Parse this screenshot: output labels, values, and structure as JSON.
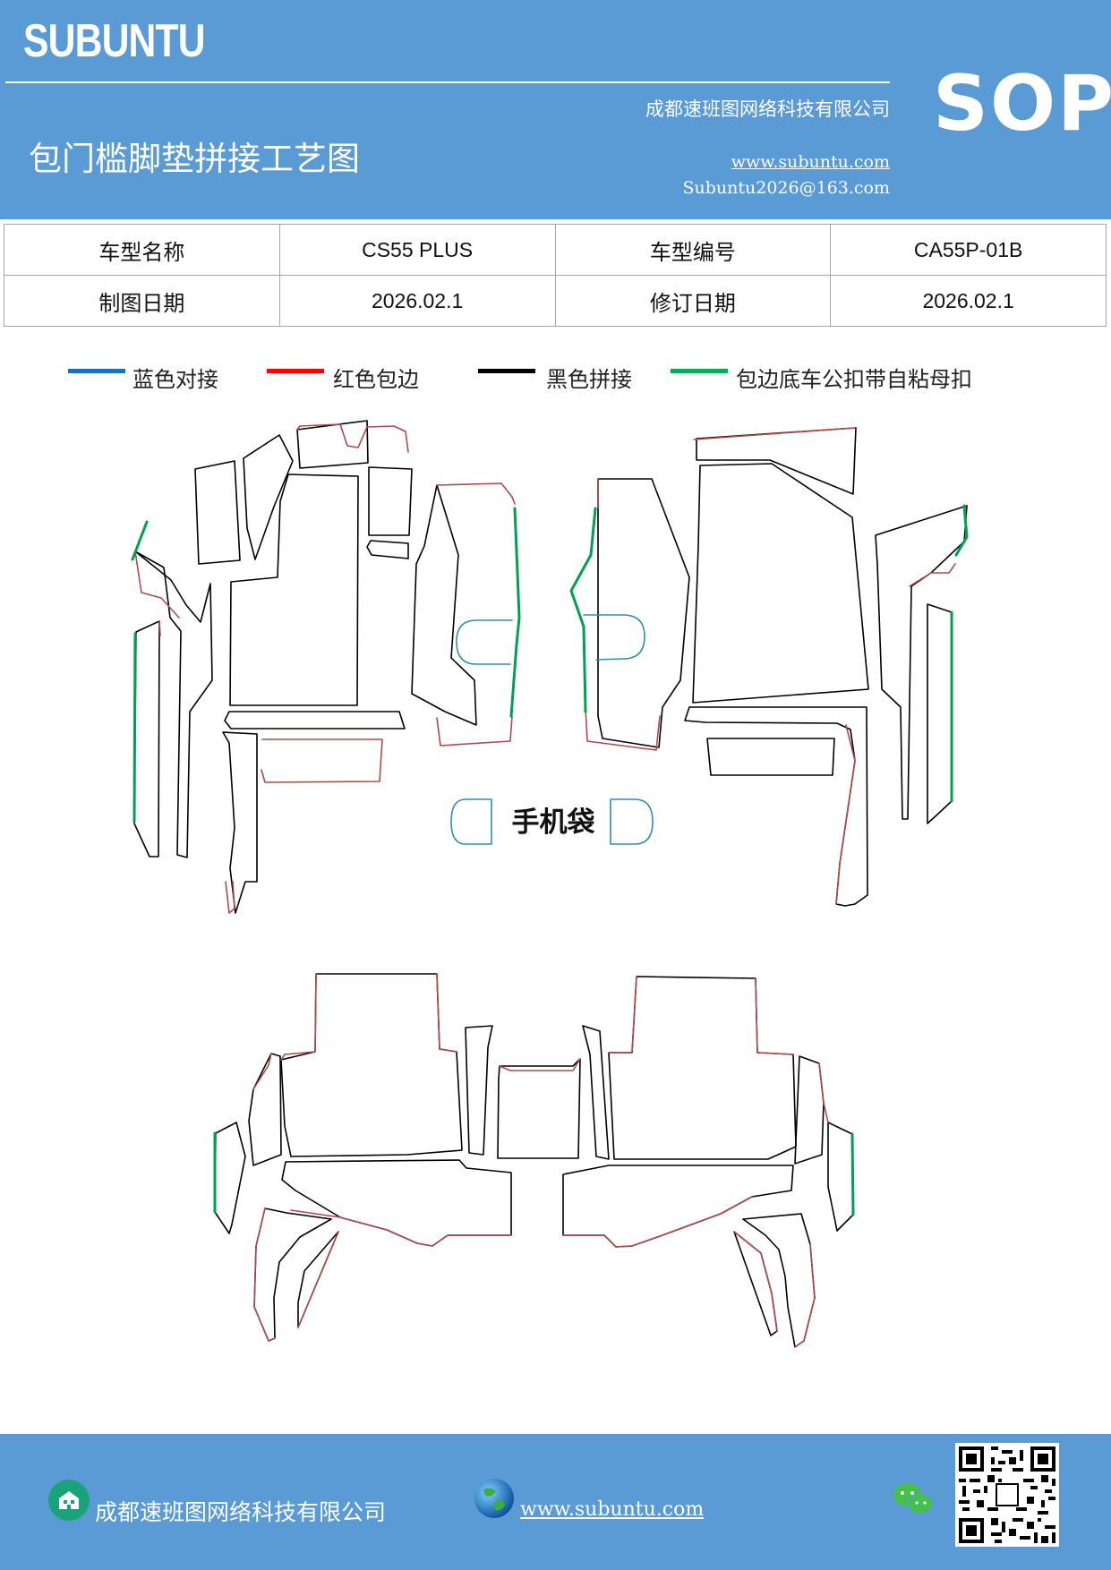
{
  "header": {
    "brand": "SUBUNTU",
    "badge": "SOP",
    "company": "成都速班图网络科技有限公司",
    "title": "包门槛脚垫拼接工艺图",
    "website": "www.subuntu.com",
    "email": "Subuntu2026@163.com"
  },
  "info_table": {
    "row1": {
      "label1": "车型名称",
      "value1": "CS55 PLUS",
      "label2": "车型编号",
      "value2": "CA55P-01B"
    },
    "row2": {
      "label1": "制图日期",
      "value1": "2026.02.1",
      "label2": "修订日期",
      "value2": "2026.02.1"
    }
  },
  "legend": [
    {
      "label": "蓝色对接",
      "color": "#1f6fbf"
    },
    {
      "label": "红色包边",
      "color": "#ff0000"
    },
    {
      "label": "黑色拼接",
      "color": "#000000"
    },
    {
      "label": "包边底车公扣带自粘母扣",
      "color": "#00b050"
    }
  ],
  "diagram": {
    "phone_pocket_label": "手机袋",
    "colors": {
      "outline": "#000000",
      "edge": "#b04a4a",
      "velcro": "#00b050",
      "join": "#2f8fb3"
    }
  },
  "footer": {
    "company": "成都速班图网络科技有限公司",
    "website": "www.subuntu.com",
    "icons": [
      "building-icon",
      "globe-icon",
      "wechat-icon",
      "qr-code"
    ]
  }
}
